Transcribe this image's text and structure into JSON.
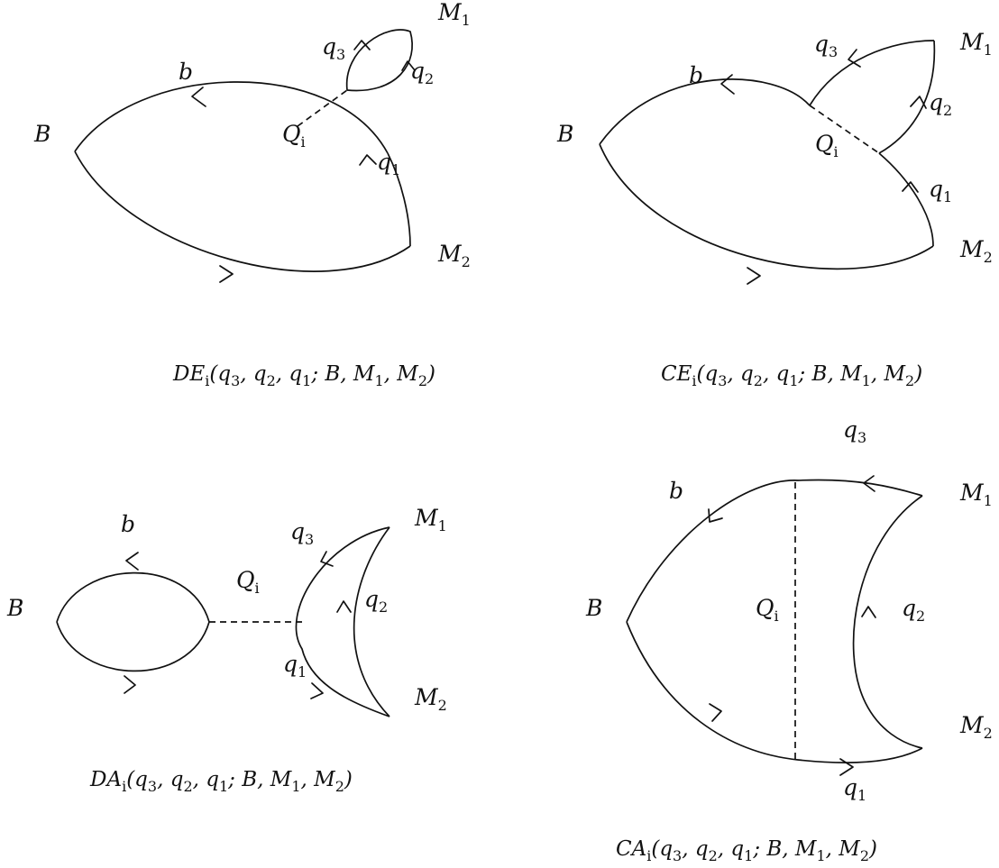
{
  "panels": {
    "de": {
      "caption": "DE_i(q_3, q_2, q_1; B, M_1, M_2)",
      "labels": {
        "B": "B",
        "b": "b",
        "M1": "M",
        "M1_sub": "1",
        "M2": "M",
        "M2_sub": "2",
        "q1": "q",
        "q1_sub": "1",
        "q2": "q",
        "q2_sub": "2",
        "q3": "q",
        "q3_sub": "3",
        "Qi": "Q",
        "Qi_sub": "i"
      }
    },
    "ce": {
      "caption": "CE_i(q_3, q_2, q_1; B, M_1, M_2)",
      "labels": {
        "B": "B",
        "b": "b",
        "M1": "M",
        "M1_sub": "1",
        "M2": "M",
        "M2_sub": "2",
        "q1": "q",
        "q1_sub": "1",
        "q2": "q",
        "q2_sub": "2",
        "q3": "q",
        "q3_sub": "3",
        "Qi": "Q",
        "Qi_sub": "i"
      }
    },
    "da": {
      "caption": "DA_i(q_3, q_2, q_1; B, M_1, M_2)",
      "labels": {
        "B": "B",
        "b": "b",
        "M1": "M",
        "M1_sub": "1",
        "M2": "M",
        "M2_sub": "2",
        "q1": "q",
        "q1_sub": "1",
        "q2": "q",
        "q2_sub": "2",
        "q3": "q",
        "q3_sub": "3",
        "Qi": "Q",
        "Qi_sub": "i"
      }
    },
    "ca": {
      "caption": "CA_i(q_3, q_2, q_1; B, M_1, M_2)",
      "labels": {
        "B": "B",
        "b": "b",
        "M1": "M",
        "M1_sub": "1",
        "M2": "M",
        "M2_sub": "2",
        "q1": "q",
        "q1_sub": "1",
        "q2": "q",
        "q2_sub": "2",
        "q3": "q",
        "q3_sub": "3",
        "Qi": "Q",
        "Qi_sub": "i"
      }
    }
  },
  "captions": {
    "de": {
      "main": "DE",
      "sub": "i",
      "args": "(q",
      "a1": "3",
      "c1": ", q",
      "a2": "2",
      "c2": ", q",
      "a3": "1",
      "c3": "; B, M",
      "a4": "1",
      "c4": ", M",
      "a5": "2",
      "c5": ")"
    },
    "ce": {
      "main": "CE",
      "sub": "i",
      "args": "(q",
      "a1": "3",
      "c1": ", q",
      "a2": "2",
      "c2": ", q",
      "a3": "1",
      "c3": "; B, M",
      "a4": "1",
      "c4": ", M",
      "a5": "2",
      "c5": ")"
    },
    "da": {
      "main": "DA",
      "sub": "i",
      "args": "(q",
      "a1": "3",
      "c1": ", q",
      "a2": "2",
      "c2": ", q",
      "a3": "1",
      "c3": "; B, M",
      "a4": "1",
      "c4": ", M",
      "a5": "2",
      "c5": ")"
    },
    "ca": {
      "main": "CA",
      "sub": "i",
      "args": "(q",
      "a1": "3",
      "c1": ", q",
      "a2": "2",
      "c2": ", q",
      "a3": "1",
      "c3": "; B, M",
      "a4": "1",
      "c4": ", M",
      "a5": "2",
      "c5": ")"
    }
  }
}
